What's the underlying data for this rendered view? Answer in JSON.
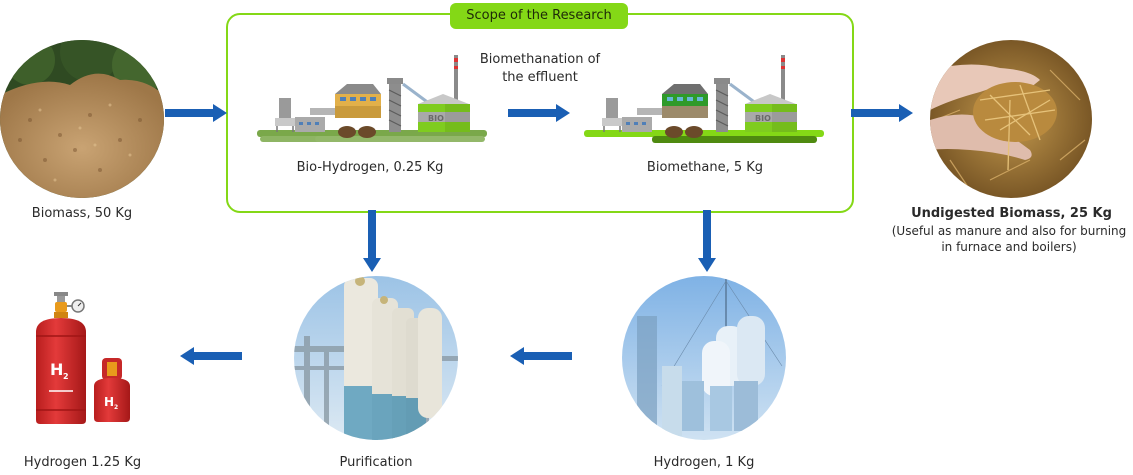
{
  "diagram": {
    "scope_title": "Scope of the Research",
    "nodes": {
      "biomass": {
        "label": "Biomass, 50 Kg",
        "icon": "wood-chips-photo"
      },
      "bio_hydrogen": {
        "label": "Bio-Hydrogen, 0.25 Kg",
        "icon": "bio-plant-illustration"
      },
      "biomethane": {
        "label": "Biomethane, 5 Kg",
        "icon": "bio-plant-illustration"
      },
      "undigested": {
        "title": "Undigested Biomass, 25 Kg",
        "note_line1": "(Useful as manure and also for burning",
        "note_line2": "in furnace and boilers)",
        "icon": "straw-in-hands-photo"
      },
      "hydrogen_1kg": {
        "label": "Hydrogen, 1 Kg",
        "icon": "hydrogen-plant-photo"
      },
      "purification": {
        "label": "Purification",
        "icon": "purification-towers-photo"
      },
      "hydrogen_final": {
        "label": "Hydrogen 1.25 Kg",
        "icon": "h2-cylinders",
        "cylinder_text": "H",
        "cylinder_sub": "2"
      }
    },
    "edge_label_biomethanation_line1": "Biomethanation of",
    "edge_label_biomethanation_line2": "the effluent",
    "plant_sign": "BIO",
    "edges": [
      {
        "from": "biomass",
        "to": "bio_hydrogen"
      },
      {
        "from": "bio_hydrogen",
        "to": "biomethane",
        "label": "Biomethanation of the effluent"
      },
      {
        "from": "biomethane",
        "to": "undigested"
      },
      {
        "from": "bio_hydrogen",
        "to": "purification"
      },
      {
        "from": "biomethane",
        "to": "hydrogen_1kg"
      },
      {
        "from": "hydrogen_1kg",
        "to": "purification"
      },
      {
        "from": "purification",
        "to": "hydrogen_final"
      }
    ],
    "colors": {
      "scope_green": "#84d816",
      "arrow_blue": "#1a5fb4",
      "cylinder_red": "#d62a2a"
    }
  }
}
